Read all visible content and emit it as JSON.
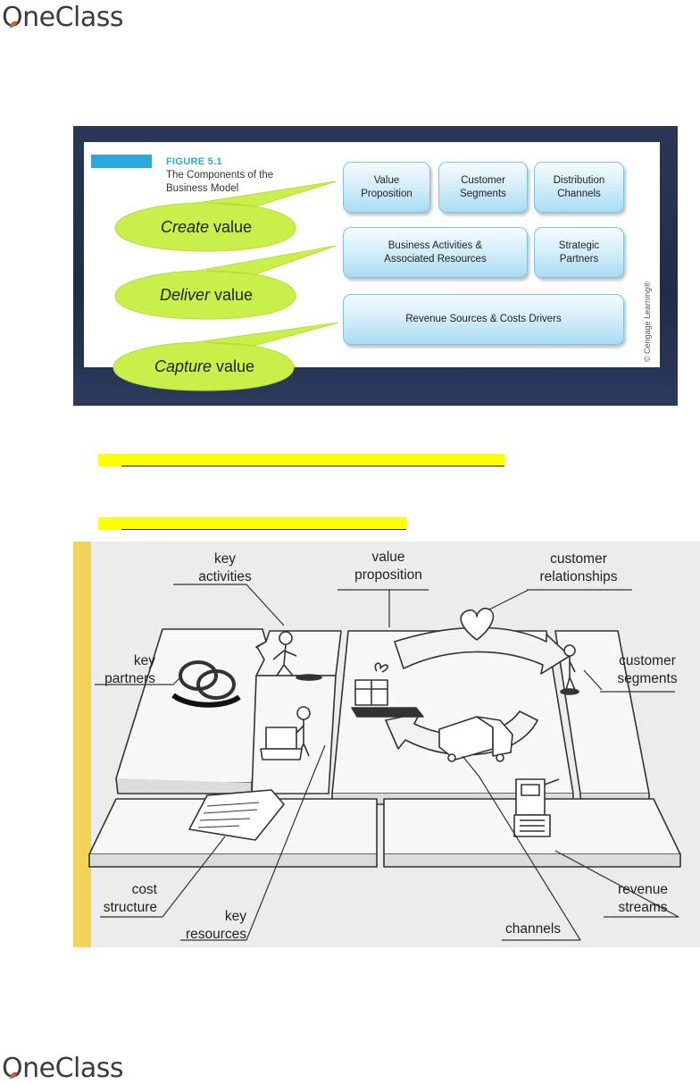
{
  "header": {
    "logo_text": "OneClass"
  },
  "footer": {
    "logo_text": "OneClass"
  },
  "figure_5_1": {
    "label": "FIGURE 5.1",
    "caption_line1": "The Components of the",
    "caption_line2": "Business Model",
    "bubbles": [
      {
        "emph": "Create",
        "rest": " value"
      },
      {
        "emph": "Deliver",
        "rest": " value"
      },
      {
        "emph": "Capture",
        "rest": " value"
      }
    ],
    "boxes": [
      {
        "line1": "Value",
        "line2": "Proposition"
      },
      {
        "line1": "Customer",
        "line2": "Segments"
      },
      {
        "line1": "Distribution",
        "line2": "Channels"
      },
      {
        "line1": "Business Activities &",
        "line2": "Associated Resources"
      },
      {
        "line1": "Strategic",
        "line2": "Partners"
      },
      {
        "line1": "Revenue Sources & Costs Drivers",
        "line2": ""
      }
    ],
    "copyright": "© Cengage Learning®",
    "colors": {
      "bubble": "#c9f04a",
      "box_border": "#7cc4e8",
      "label": "#2aa9e0"
    }
  },
  "business_model_canvas": {
    "labels": {
      "key_activities": [
        "key",
        "activities"
      ],
      "value_proposition": [
        "value",
        "proposition"
      ],
      "customer_relationships": [
        "customer",
        "relationships"
      ],
      "key_partners": [
        "key",
        "partners"
      ],
      "customer_segments": [
        "customer",
        "segments"
      ],
      "cost_structure": [
        "cost",
        "structure"
      ],
      "key_resources": [
        "key",
        "resources"
      ],
      "channels": [
        "channels"
      ],
      "revenue_streams": [
        "revenue",
        "streams"
      ]
    },
    "colors": {
      "side_strip": "#f3d25b"
    }
  }
}
